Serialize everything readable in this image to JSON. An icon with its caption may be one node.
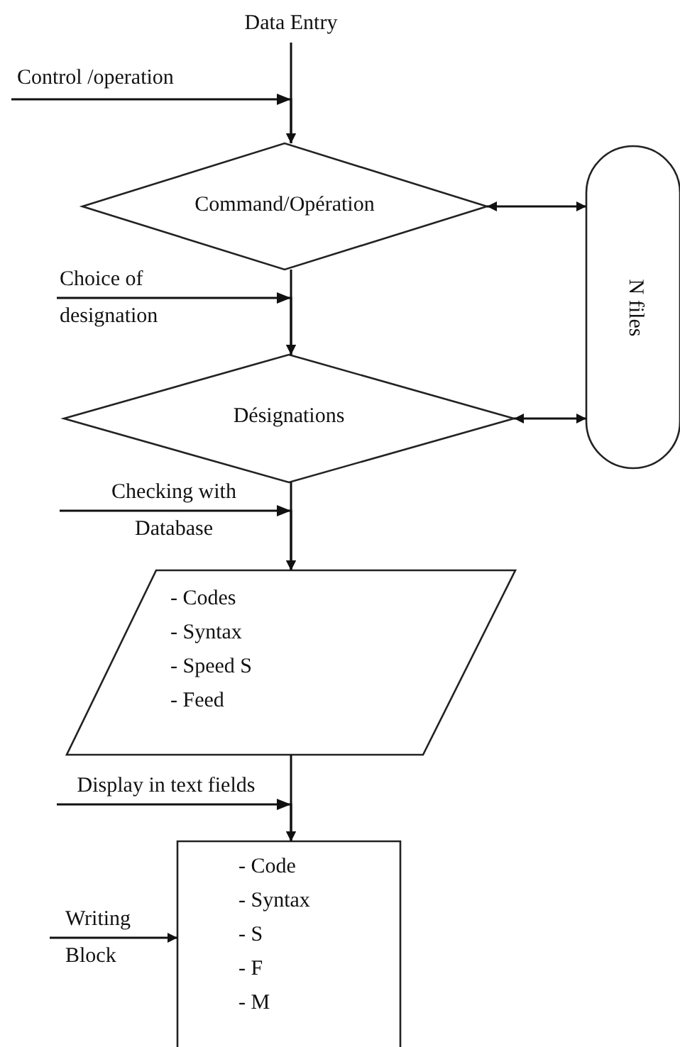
{
  "diagram": {
    "nodes": [
      {
        "text": [
          "Data Entry"
        ]
      },
      {
        "text": [
          "Command/Opération"
        ]
      },
      {
        "text": [
          "Désignations"
        ]
      },
      {
        "text": [
          "- Codes",
          "- Syntax",
          "- Speed S",
          "- Feed"
        ]
      },
      {
        "text": [
          "- Code",
          "- Syntax",
          "- S",
          "- F",
          "- M"
        ]
      },
      {
        "text": [
          "N files"
        ]
      }
    ],
    "edges": [
      {
        "from": 0,
        "to": 1,
        "arrow": "to"
      },
      {
        "from": null,
        "to": 1,
        "arrow": "to",
        "label": "Control /operation"
      },
      {
        "from": 1,
        "to": 5,
        "arrow": "both"
      },
      {
        "from": 1,
        "to": 2,
        "arrow": "to"
      },
      {
        "from": null,
        "to": 2,
        "arrow": "to",
        "label": "Choice of designation"
      },
      {
        "from": 2,
        "to": 5,
        "arrow": "both"
      },
      {
        "from": 2,
        "to": 3,
        "arrow": "to"
      },
      {
        "from": null,
        "to": 3,
        "arrow": "to",
        "label": "Checking with Database"
      },
      {
        "from": 3,
        "to": 4,
        "arrow": "to"
      },
      {
        "from": null,
        "to": 4,
        "arrow": "to",
        "label": "Display in text fields"
      },
      {
        "from": null,
        "to": 4,
        "arrow": "to",
        "label": "Writing Block"
      }
    ]
  }
}
